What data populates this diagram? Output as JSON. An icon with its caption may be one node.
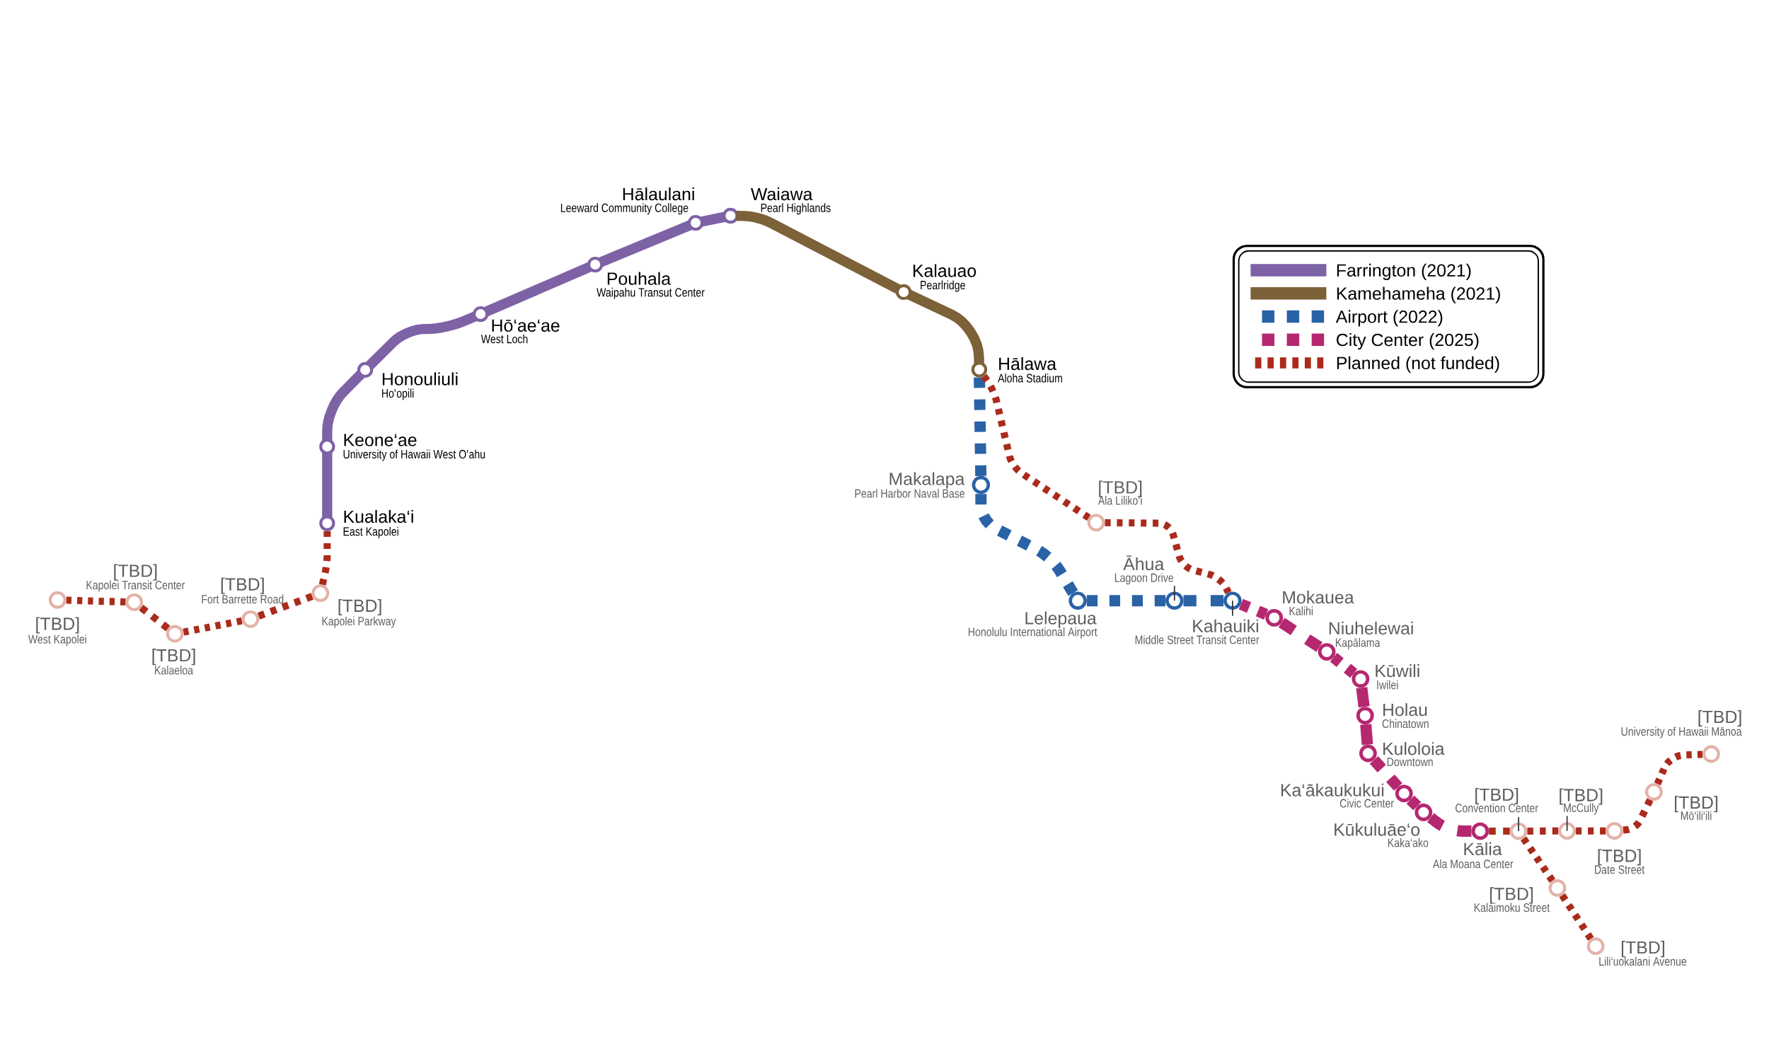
{
  "diagram": {
    "nodes": [
      {
        "text": [
          "[TBD]",
          "West Kapolei"
        ]
      },
      {
        "text": [
          "[TBD]",
          "Kapolei Transit Center"
        ]
      },
      {
        "text": [
          "[TBD]",
          "Kalaeloa"
        ]
      },
      {
        "text": [
          "[TBD]",
          "Fort Barrette Road"
        ]
      },
      {
        "text": [
          "[TBD]",
          "Kapolei Parkway"
        ]
      },
      {
        "text": [
          "Kualaka‘i",
          "East Kapolei"
        ]
      },
      {
        "text": [
          "Keone‘ae",
          "University of Hawaii West O'ahu"
        ]
      },
      {
        "text": [
          "Honouliuli",
          "Ho'opili"
        ]
      },
      {
        "text": [
          "Hō‘ae‘ae",
          "West Loch"
        ]
      },
      {
        "text": [
          "Pouhala",
          "Waipahu Transut Center"
        ]
      },
      {
        "text": [
          "Hālaulani",
          "Leeward Community College"
        ]
      },
      {
        "text": [
          "Waiawa",
          "Pearl Highlands"
        ]
      },
      {
        "text": [
          "Kalauao",
          "Pearlridge"
        ]
      },
      {
        "text": [
          "Hālawa",
          "Aloha Stadium"
        ]
      },
      {
        "text": [
          "Makalapa",
          "Pearl Harbor Naval Base"
        ]
      },
      {
        "text": [
          "[TBD]",
          "Ala Liliko‘i"
        ]
      },
      {
        "text": [
          "Lelepaua",
          "Honolulu International Airport"
        ]
      },
      {
        "text": [
          "Āhua",
          "Lagoon Drive"
        ]
      },
      {
        "text": [
          "Kahauiki",
          "Middle Street Transit Center"
        ]
      },
      {
        "text": [
          "Mokauea",
          "Kalihi"
        ]
      },
      {
        "text": [
          "Niuhelewai",
          "Kapālama"
        ]
      },
      {
        "text": [
          "Kūwili",
          "Iwilei"
        ]
      },
      {
        "text": [
          "Holau",
          "Chinatown"
        ]
      },
      {
        "text": [
          "Kuloloia",
          "Downtown"
        ]
      },
      {
        "text": [
          "Ka‘ākaukukui",
          "Civic Center"
        ]
      },
      {
        "text": [
          "Kūkuluāe‘o",
          "Kaka‘ako"
        ]
      },
      {
        "text": [
          "Kālia",
          "Ala Moana Center"
        ]
      },
      {
        "text": [
          "[TBD]",
          "Convention Center"
        ]
      },
      {
        "text": [
          "[TBD]",
          "McCully"
        ]
      },
      {
        "text": [
          "[TBD]",
          "Date Street"
        ]
      },
      {
        "text": [
          "[TBD]",
          "Mō‘ili‘ili"
        ]
      },
      {
        "text": [
          "[TBD]",
          "University of Hawaii Mānoa"
        ]
      },
      {
        "text": [
          "[TBD]",
          "Kalaimoku Street"
        ]
      },
      {
        "text": [
          "[TBD]",
          "Lili‘uokalani Avenue"
        ]
      }
    ],
    "edges": [
      {
        "from": 0,
        "to": 1,
        "arrow": "none",
        "style": "dashed"
      },
      {
        "from": 1,
        "to": 2,
        "arrow": "none",
        "style": "dashed"
      },
      {
        "from": 2,
        "to": 3,
        "arrow": "none",
        "style": "dashed"
      },
      {
        "from": 3,
        "to": 4,
        "arrow": "none",
        "style": "dashed"
      },
      {
        "from": 4,
        "to": 5,
        "arrow": "none",
        "style": "dashed"
      },
      {
        "from": 5,
        "to": 6,
        "arrow": "none",
        "color": "#7e62a6"
      },
      {
        "from": 6,
        "to": 7,
        "arrow": "none",
        "color": "#7e62a6"
      },
      {
        "from": 7,
        "to": 8,
        "arrow": "none",
        "color": "#7e62a6"
      },
      {
        "from": 8,
        "to": 9,
        "arrow": "none",
        "color": "#7e62a6"
      },
      {
        "from": 9,
        "to": 10,
        "arrow": "none",
        "color": "#7e62a6"
      },
      {
        "from": 10,
        "to": 11,
        "arrow": "none",
        "color": "#7e62a6"
      },
      {
        "from": 11,
        "to": 12,
        "arrow": "none",
        "color": "#7d6138"
      },
      {
        "from": 12,
        "to": 13,
        "arrow": "none",
        "color": "#7d6138"
      },
      {
        "from": 13,
        "to": 14,
        "arrow": "none",
        "style": "dashed",
        "color": "#2a62a6"
      },
      {
        "from": 14,
        "to": 16,
        "arrow": "none",
        "style": "dashed",
        "color": "#2a62a6"
      },
      {
        "from": 16,
        "to": 17,
        "arrow": "none",
        "style": "dashed",
        "color": "#2a62a6"
      },
      {
        "from": 17,
        "to": 18,
        "arrow": "none",
        "style": "dashed",
        "color": "#2a62a6"
      },
      {
        "from": 13,
        "to": 15,
        "arrow": "none",
        "style": "dashed"
      },
      {
        "from": 15,
        "to": 18,
        "arrow": "none",
        "style": "dashed"
      },
      {
        "from": 18,
        "to": 19,
        "arrow": "none",
        "style": "dashed",
        "color": "#b52870"
      },
      {
        "from": 19,
        "to": 20,
        "arrow": "none",
        "style": "dashed",
        "color": "#b52870"
      },
      {
        "from": 20,
        "to": 21,
        "arrow": "none",
        "style": "dashed",
        "color": "#b52870"
      },
      {
        "from": 21,
        "to": 22,
        "arrow": "none",
        "style": "dashed",
        "color": "#b52870"
      },
      {
        "from": 22,
        "to": 23,
        "arrow": "none",
        "style": "dashed",
        "color": "#b52870"
      },
      {
        "from": 23,
        "to": 24,
        "arrow": "none",
        "style": "dashed",
        "color": "#b52870"
      },
      {
        "from": 24,
        "to": 25,
        "arrow": "none",
        "style": "dashed",
        "color": "#b52870"
      },
      {
        "from": 25,
        "to": 26,
        "arrow": "none",
        "style": "dashed",
        "color": "#b52870"
      },
      {
        "from": 26,
        "to": 27,
        "arrow": "none",
        "style": "dashed"
      },
      {
        "from": 27,
        "to": 28,
        "arrow": "none",
        "style": "dashed"
      },
      {
        "from": 28,
        "to": 29,
        "arrow": "none",
        "style": "dashed"
      },
      {
        "from": 29,
        "to": 30,
        "arrow": "none",
        "style": "dashed"
      },
      {
        "from": 30,
        "to": 31,
        "arrow": "none",
        "style": "dashed"
      },
      {
        "from": 27,
        "to": 32,
        "arrow": "none",
        "style": "dashed"
      },
      {
        "from": 32,
        "to": 33,
        "arrow": "none",
        "style": "dashed"
      }
    ],
    "legend": [
      {
        "text": "Farrington (2021)",
        "color": "#7e62a6"
      },
      {
        "text": "Kamehameha (2021)",
        "color": "#7d6138"
      },
      {
        "text": "Airport (2022)",
        "color": "#2a62a6"
      },
      {
        "text": "City Center (2025)",
        "color": "#b52870"
      },
      {
        "text": "Planned (not funded)",
        "color": "#aa2b1c"
      }
    ]
  }
}
